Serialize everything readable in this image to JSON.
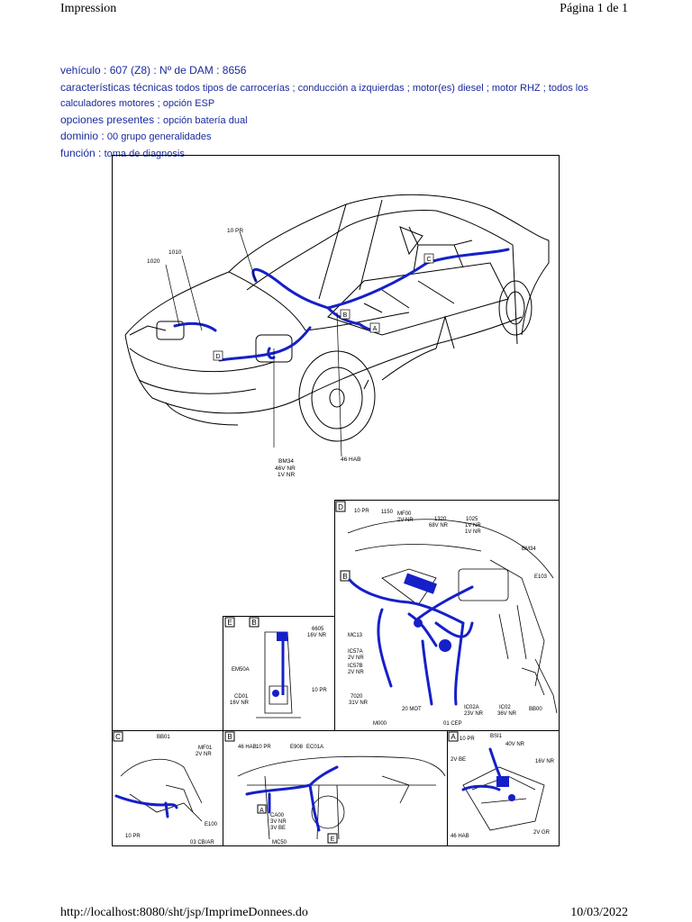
{
  "header": {
    "title": "Impression",
    "page": "Página 1 de 1"
  },
  "info": {
    "vehicle_label": "vehículo : 607 (Z8) : Nº de DAM : 8656",
    "tech_label": "características técnicas",
    "tech_value_1": "todos tipos de carrocerías ; conducción a izquierdas ; motor(es) diesel ; motor RHZ ; todos los",
    "tech_value_2": "calculadores motores ; opción ESP",
    "options_label": "opciones presentes :",
    "options_value": "opción batería dual",
    "domain_label": "dominio :",
    "domain_value": "00 grupo generalidades",
    "function_label": "función :",
    "function_value": "toma de diagnosis"
  },
  "diagram": {
    "main": {
      "labels": [
        "10 PR",
        "1010",
        "1020",
        "BM34",
        "46V NR",
        "1V NR",
        "46 HAB"
      ],
      "markers": [
        "A",
        "B",
        "C",
        "D"
      ]
    },
    "panel_d": {
      "tag": "D",
      "marker": "B",
      "labels": [
        "10 PR",
        "1150",
        "MF00",
        "2V NR",
        "1320",
        "68V NR",
        "1025",
        "1V NR",
        "1V NR",
        "BM34",
        "E103",
        "MC13",
        "IC57A",
        "2V NR",
        "IC57B",
        "2V NR",
        "7020",
        "31V NR",
        "M000",
        "20 MOT",
        "01 CEP",
        "IC02A",
        "23V NR",
        "IC02",
        "36V NR",
        "BB00"
      ]
    },
    "panel_e": {
      "tag": "E",
      "marker": "B",
      "labels": [
        "6605",
        "16V NR",
        "EM50A",
        "10 PR",
        "CD01",
        "16V NR"
      ]
    },
    "panel_c": {
      "tag": "C",
      "labels": [
        "BB01",
        "MF01",
        "2V NR",
        "10 PR",
        "E100",
        "03 CB/AR"
      ]
    },
    "panel_b": {
      "tag": "B",
      "marker_a": "A",
      "marker_e": "E",
      "labels": [
        "46 HAB",
        "10 PR",
        "E908",
        "EC01A",
        "CA00",
        "3V NR",
        "3V BE",
        "MC50"
      ]
    },
    "panel_a": {
      "tag": "A",
      "labels": [
        "10 PR",
        "BSI1",
        "40V NR",
        "2V BE",
        "16V NR",
        "46 HAB",
        "2V GR"
      ]
    },
    "ref": "c3d4721"
  },
  "footer": {
    "url": "http://localhost:8080/sht/jsp/ImprimeDonnees.do",
    "date": "10/03/2022"
  }
}
